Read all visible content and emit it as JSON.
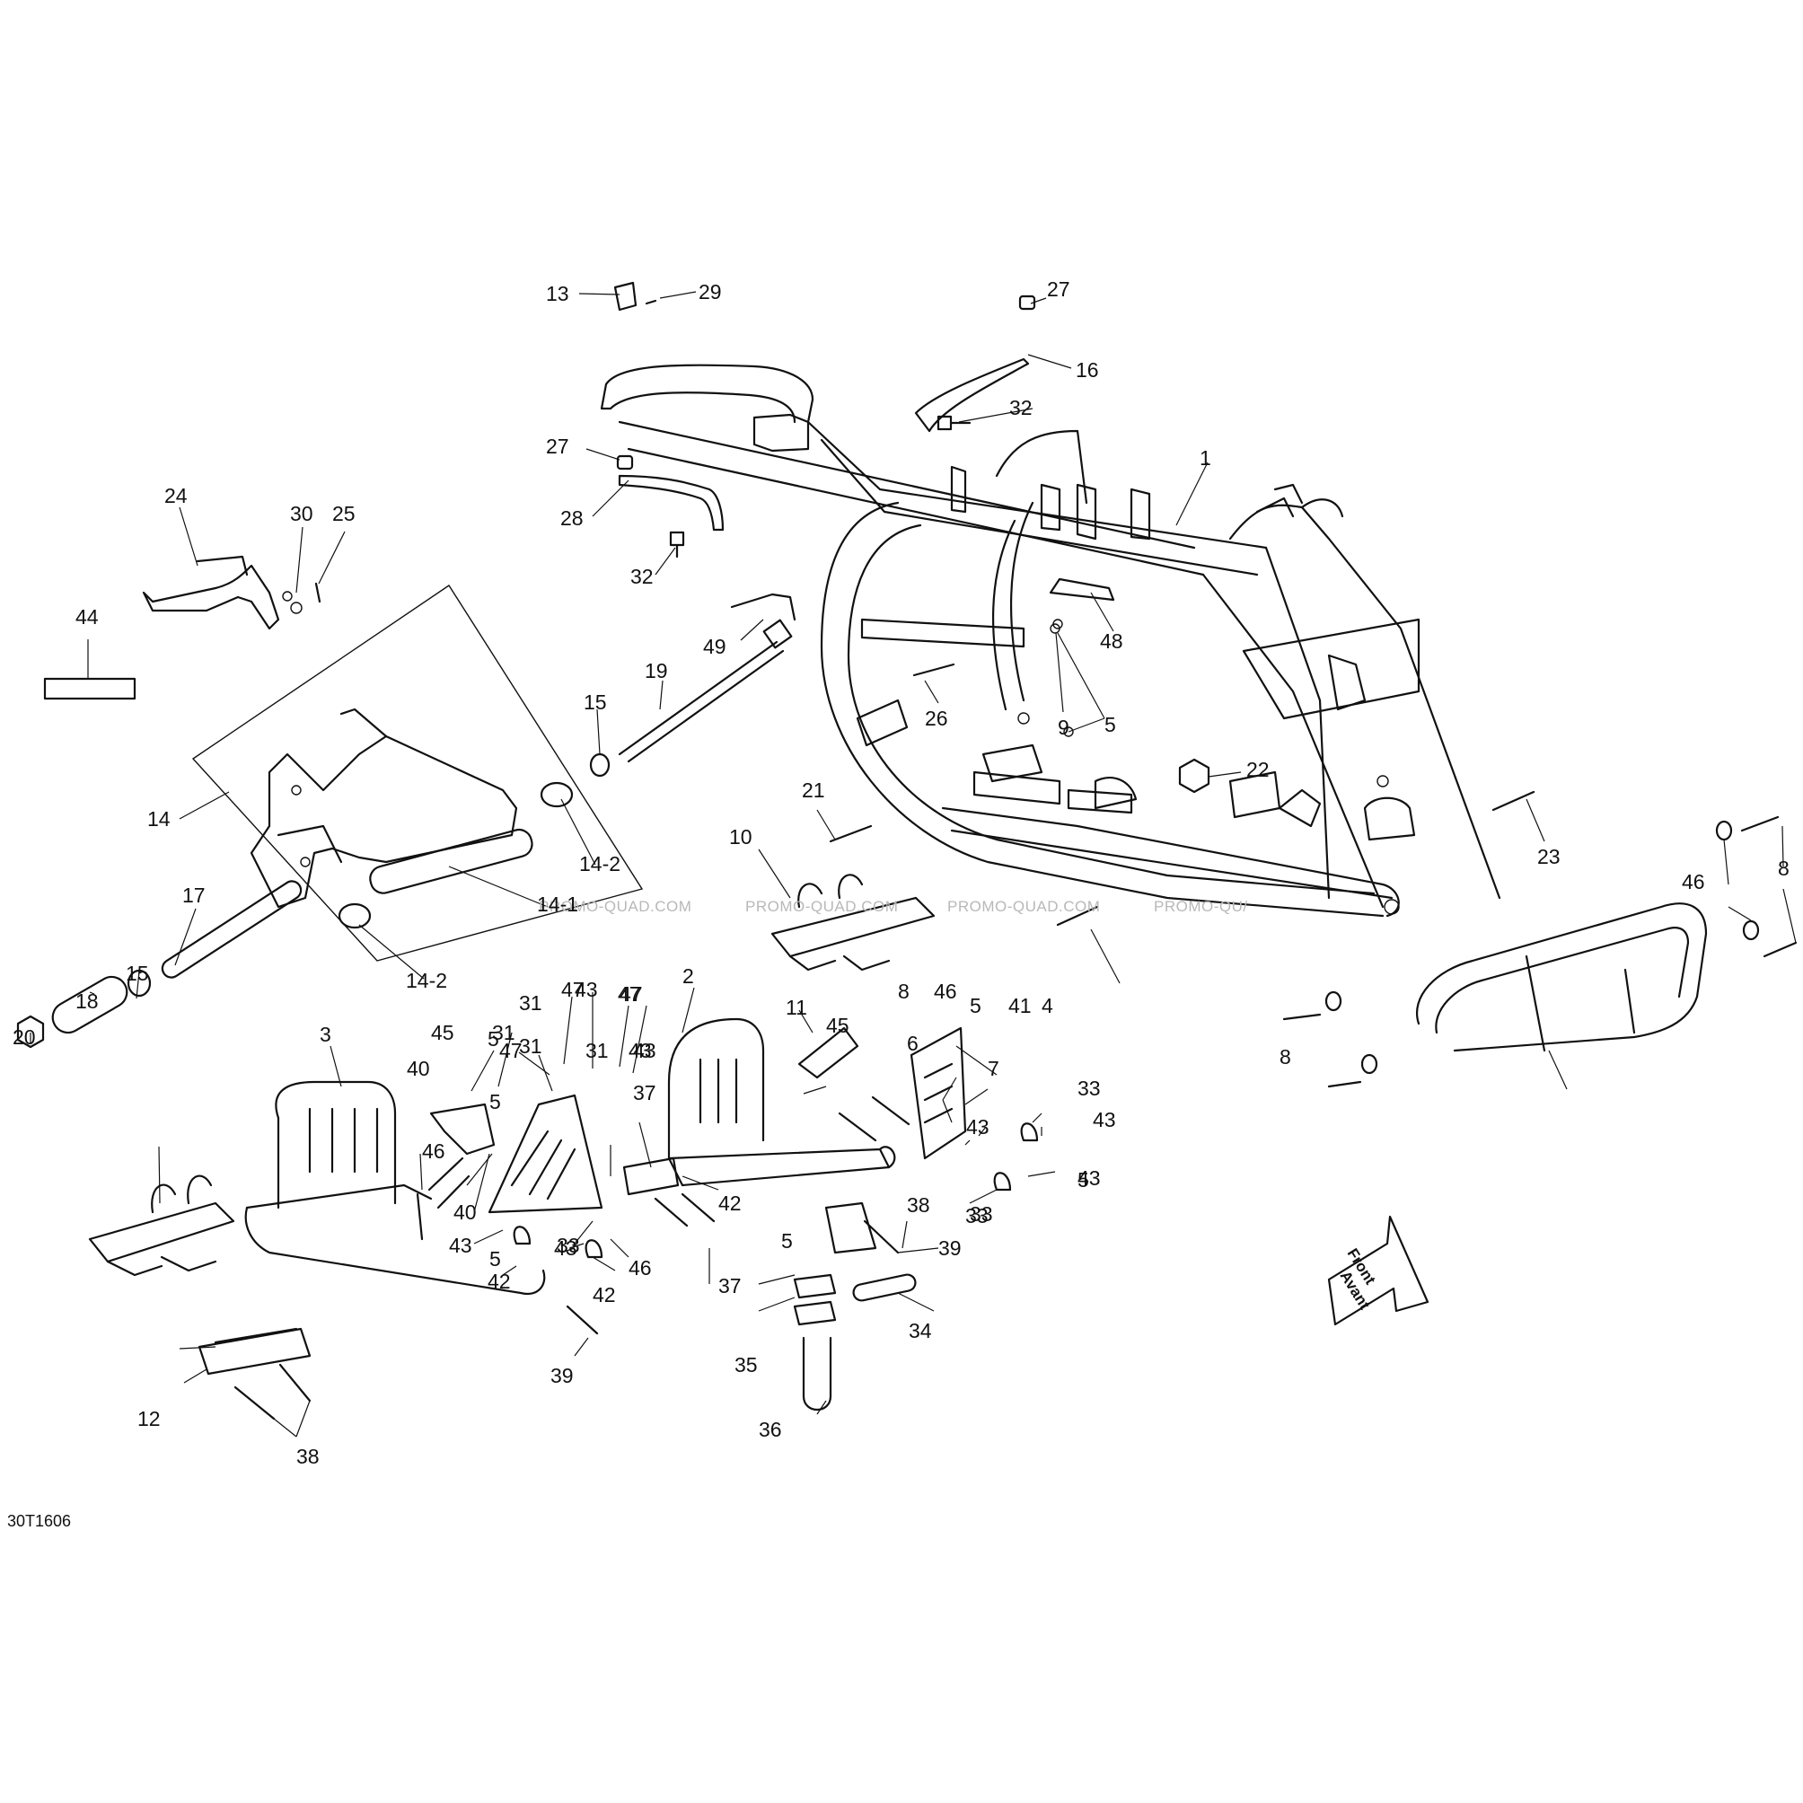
{
  "drawing_code": "30T1606",
  "watermark": [
    "PROMO-QUAD.COM",
    "PROMO-QUAD.COM",
    "PROMO-QUAD.COM",
    "PROMO-QU/"
  ],
  "front_arrow": {
    "line1": "Front",
    "line2": "Avant"
  },
  "callouts": [
    "13",
    "29",
    "27",
    "16",
    "32",
    "27",
    "28",
    "32",
    "1",
    "24",
    "30",
    "25",
    "44",
    "49",
    "48",
    "19",
    "15",
    "26",
    "9",
    "5",
    "14",
    "22",
    "21",
    "23",
    "10",
    "14-2",
    "14-1",
    "14-2",
    "8",
    "46",
    "8",
    "17",
    "18",
    "15",
    "20",
    "2",
    "3",
    "31",
    "47",
    "31",
    "47",
    "43",
    "45",
    "5",
    "6",
    "40",
    "31",
    "47",
    "43",
    "31",
    "47",
    "43",
    "5",
    "41",
    "4",
    "8",
    "46",
    "7",
    "11",
    "45",
    "5",
    "37",
    "46",
    "40",
    "42",
    "43",
    "33",
    "42",
    "33",
    "43",
    "5",
    "42",
    "43",
    "46",
    "5",
    "43",
    "33",
    "43",
    "37",
    "39",
    "38",
    "33",
    "5",
    "35",
    "34",
    "36",
    "12",
    "38",
    "39"
  ]
}
